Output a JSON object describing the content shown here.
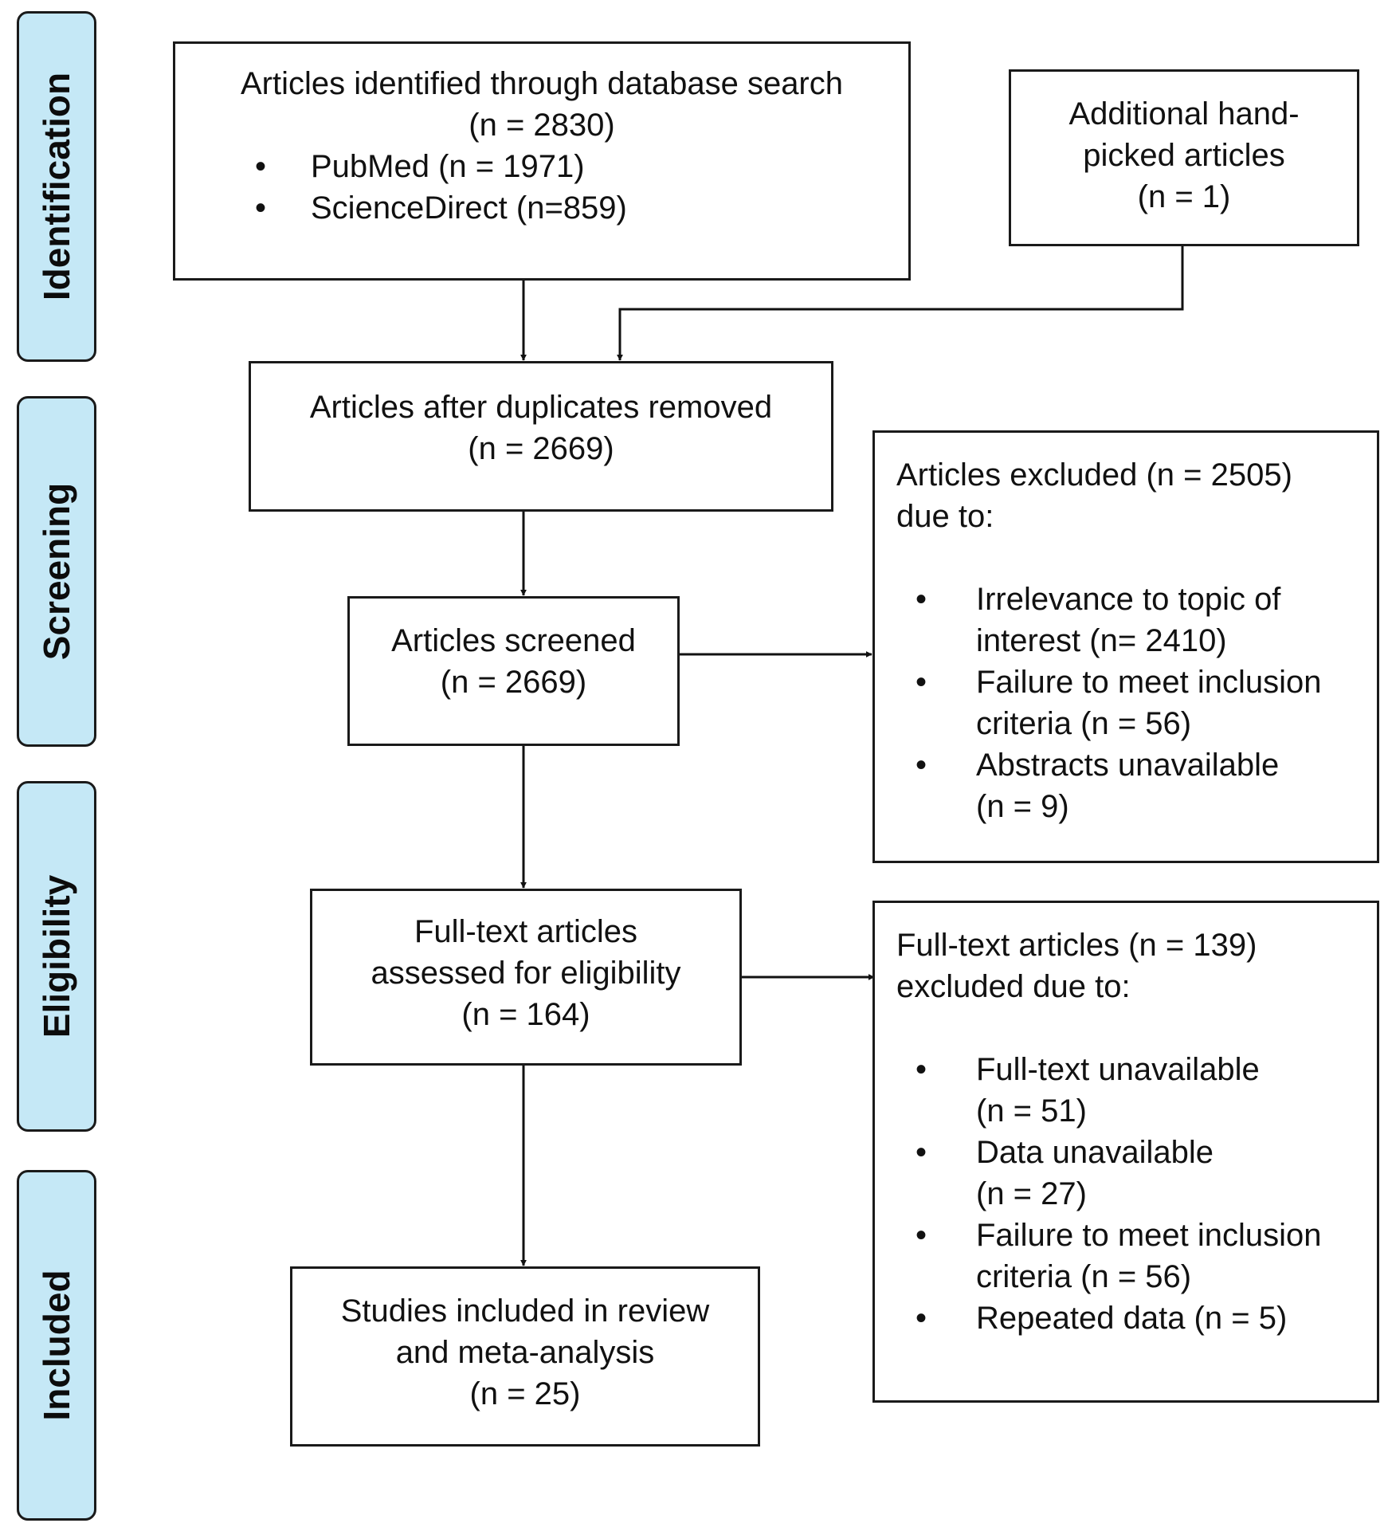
{
  "stages": [
    "Identification",
    "Screening",
    "Eligibility",
    "Included"
  ],
  "identified": {
    "line1": "Articles identified through database search",
    "line2": "(n = 2830)",
    "sources": [
      "PubMed (n = 1971)",
      "ScienceDirect (n=859)"
    ]
  },
  "additional": {
    "lines": [
      "Additional hand-",
      "picked articles",
      "(n = 1)"
    ]
  },
  "deduplicated": {
    "lines": [
      "Articles after duplicates removed",
      "(n = 2669)"
    ]
  },
  "screened": {
    "lines": [
      "Articles screened",
      "(n = 2669)"
    ]
  },
  "excluded_screening": {
    "heading": [
      "Articles excluded (n = 2505)",
      "due to:"
    ],
    "reasons": [
      [
        "Irrelevance to topic of",
        "interest (n= 2410)"
      ],
      [
        "Failure to meet inclusion",
        "criteria (n = 56)"
      ],
      [
        "Abstracts unavailable",
        "(n = 9)"
      ]
    ]
  },
  "fulltext": {
    "lines": [
      "Full-text articles",
      "assessed for eligibility",
      "(n = 164)"
    ]
  },
  "excluded_fulltext": {
    "heading": [
      "Full-text articles (n = 139)",
      "excluded due to:"
    ],
    "reasons": [
      [
        "Full-text unavailable",
        "(n = 51)"
      ],
      [
        "Data unavailable",
        "(n = 27)"
      ],
      [
        "Failure to meet inclusion",
        "criteria (n = 56)"
      ],
      [
        "Repeated data (n = 5)"
      ]
    ]
  },
  "included": {
    "lines": [
      "Studies included in review",
      "and meta-analysis",
      "(n = 25)"
    ]
  }
}
